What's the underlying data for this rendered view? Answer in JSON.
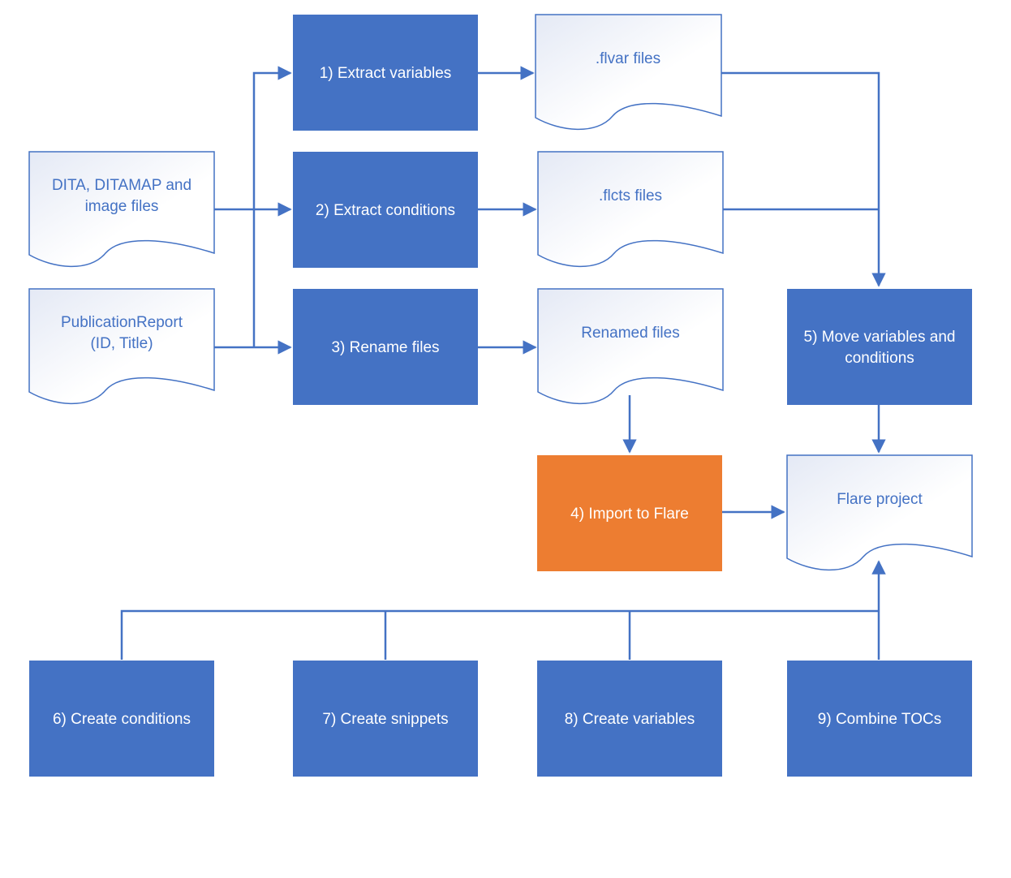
{
  "colors": {
    "process_fill": "#4472C4",
    "accent_fill": "#ED7D31",
    "document_stroke": "#4472C4",
    "document_gradient_start": "#E4E9F5",
    "document_gradient_end": "#FFFFFF",
    "connector": "#4472C4",
    "process_text": "#FFFFFF",
    "document_text": "#4472C4"
  },
  "documents": {
    "dita": [
      "DITA, DITAMAP and",
      "image files"
    ],
    "pubreport": [
      "PublicationReport",
      "(ID, Title)"
    ],
    "flvar": [
      ".flvar files"
    ],
    "flcts": [
      ".flcts files"
    ],
    "renamed": [
      "Renamed files"
    ],
    "flare": [
      "Flare project"
    ]
  },
  "processes": {
    "p1": [
      "1) Extract variables"
    ],
    "p2": [
      "2) Extract conditions"
    ],
    "p3": [
      "3) Rename files"
    ],
    "p4": [
      "4) Import to Flare"
    ],
    "p5": [
      "5) Move variables and",
      "conditions"
    ],
    "p6": [
      "6) Create conditions"
    ],
    "p7": [
      "7) Create snippets"
    ],
    "p8": [
      "8) Create variables"
    ],
    "p9": [
      "9) Combine TOCs"
    ]
  }
}
